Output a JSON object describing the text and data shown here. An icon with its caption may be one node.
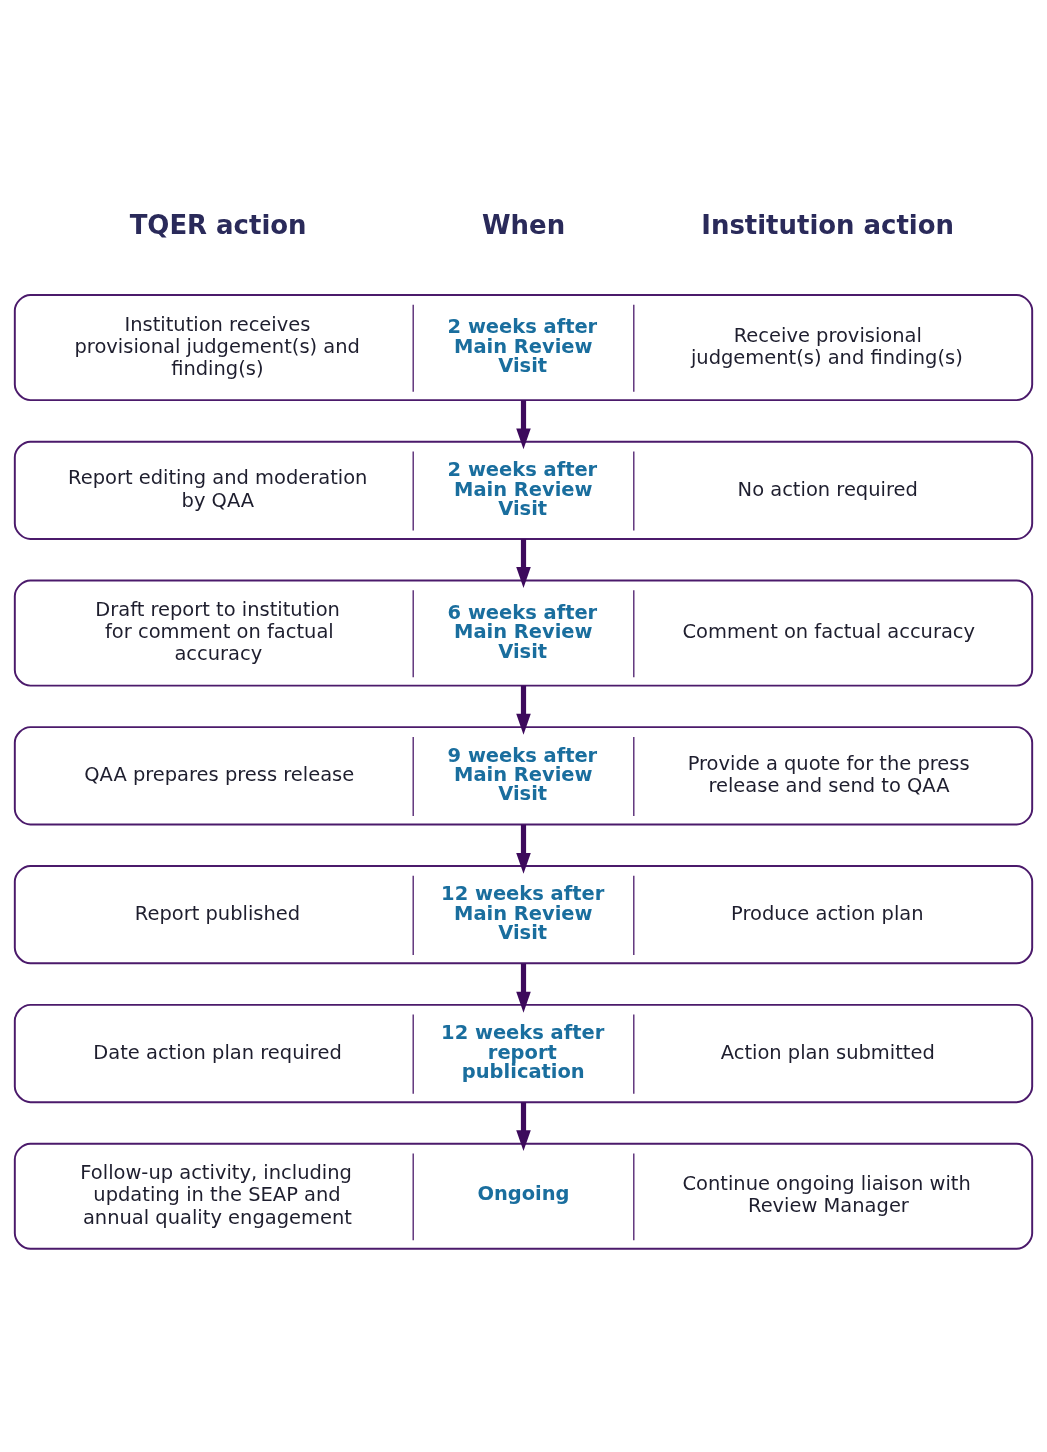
{
  "diagram": {
    "nodes": [
      {
        "text": [
          "Institution receives provisional judgement(s) and finding(s)",
          "2 weeks after Main Review Visit",
          "Receive provisional judgement(s) and finding(s)"
        ]
      },
      {
        "text": [
          "Report editing and moderation by QAA",
          "2 weeks after Main Review Visit",
          "No action required"
        ]
      },
      {
        "text": [
          "Draft report to institution for comment on factual accuracy",
          "6 weeks after Main Review Visit",
          "Comment on factual accuracy"
        ]
      },
      {
        "text": [
          "QAA prepares press release",
          "9 weeks after Main Review Visit",
          "Provide a quote for the press release and send to QAA"
        ]
      },
      {
        "text": [
          "Report published",
          "12 weeks after Main Review Visit",
          "Produce action plan"
        ]
      },
      {
        "text": [
          "Date action plan required",
          "12 weeks after report publication",
          "Action plan submitted"
        ]
      },
      {
        "text": [
          "Follow-up activity, including updating in the SEAP and annual quality engagement",
          "Ongoing",
          "Continue ongoing liaison with Review Manager"
        ]
      }
    ],
    "edges": [
      {
        "from": 0,
        "to": 1,
        "arrow": "to"
      },
      {
        "from": 1,
        "to": 2,
        "arrow": "to"
      },
      {
        "from": 2,
        "to": 3,
        "arrow": "to"
      },
      {
        "from": 3,
        "to": 4,
        "arrow": "to"
      },
      {
        "from": 4,
        "to": 5,
        "arrow": "to"
      },
      {
        "from": 5,
        "to": 6,
        "arrow": "to"
      }
    ],
    "labels": [
      "TQER action",
      "When",
      "Institution action"
    ]
  }
}
